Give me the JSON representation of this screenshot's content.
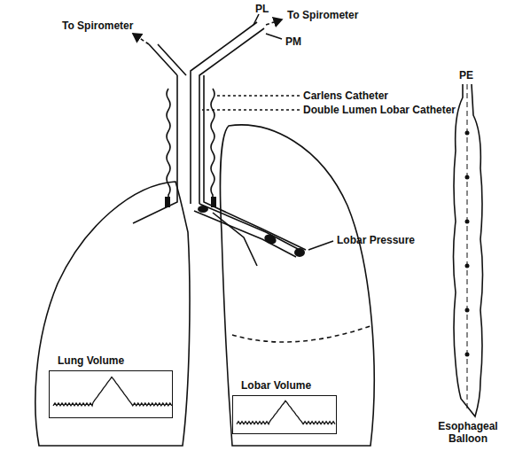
{
  "diagram": {
    "nodes": [
      {
        "text": [
          "Lung Volume"
        ]
      },
      {
        "text": [
          "Lobar Volume"
        ]
      }
    ],
    "labels": [
      "To Spirometer",
      "PL",
      "To Spirometer",
      "PM",
      "Carlens Catheter",
      "Double Lumen Lobar Catheter",
      "Lobar Pressure",
      "PE",
      "Esophageal Balloon"
    ]
  }
}
